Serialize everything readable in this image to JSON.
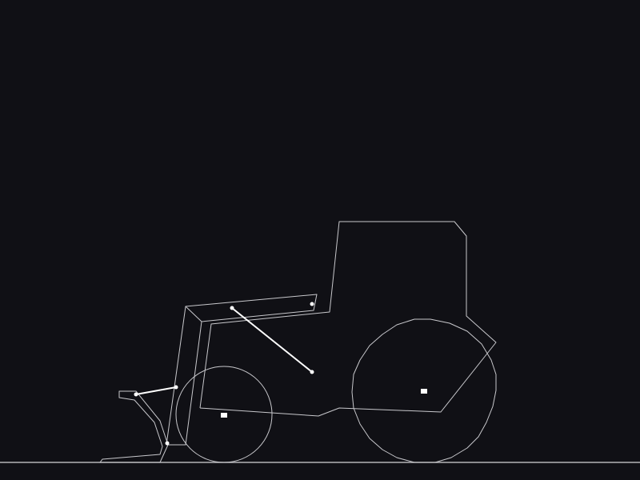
{
  "scene": {
    "background_color": "#101015",
    "outline_color": "#c8c8cc",
    "piston_color": "#ffffff",
    "objects": [
      "ground",
      "tractor-body",
      "front-wheel",
      "rear-wheel",
      "loader-arm",
      "bucket",
      "arm-lift-cylinder",
      "bucket-tilt-cylinder"
    ]
  }
}
